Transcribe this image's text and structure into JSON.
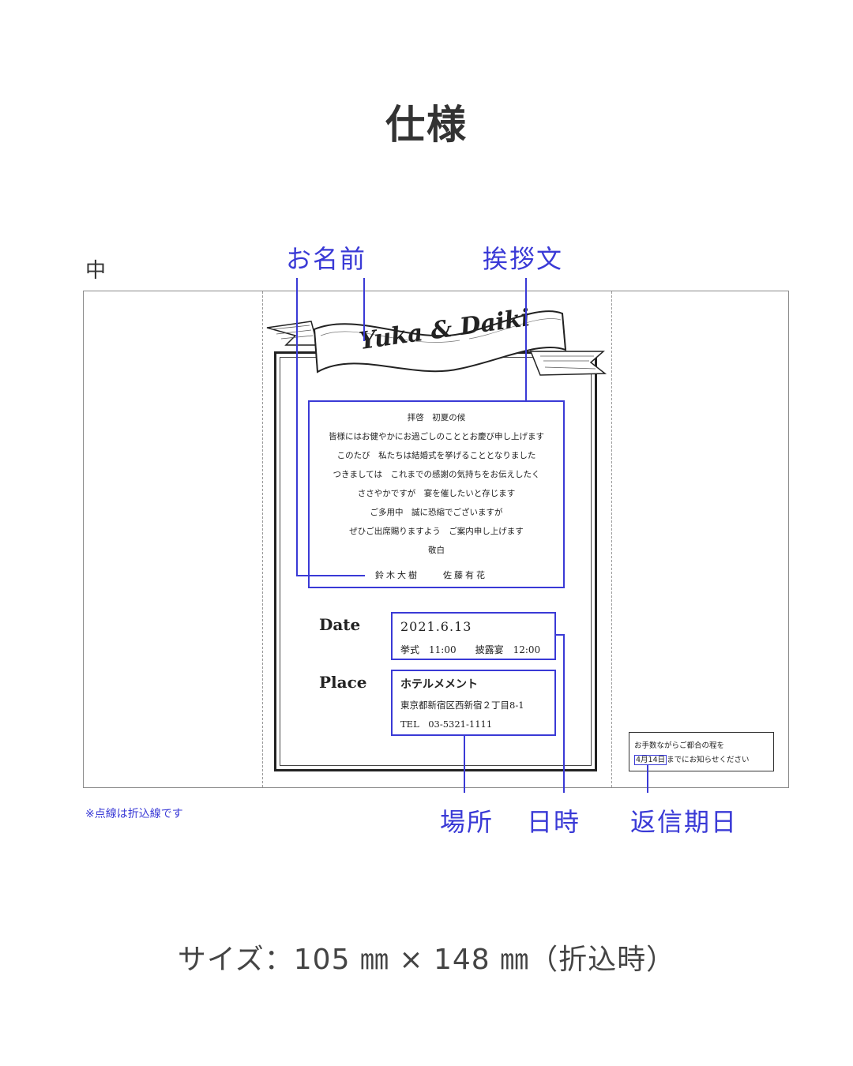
{
  "title": "仕様",
  "side_label": "中",
  "annotations": {
    "names": "お名前",
    "greeting": "挨拶文",
    "place": "場所",
    "datetime": "日時",
    "rsvp_deadline": "返信期日"
  },
  "card": {
    "couple": "Yuka & Daiki",
    "greeting_lines": [
      "拝啓　初夏の候",
      "皆様にはお健やかにお過ごしのこととお慶び申し上げます",
      "このたび　私たちは結婚式を挙げることとなりました",
      "つきましては　これまでの感謝の気持ちをお伝えしたく",
      "ささやかですが　宴を催したいと存じます",
      "ご多用中　誠に恐縮でございますが",
      "ぜひご出席賜りますよう　ご案内申し上げます",
      "敬白"
    ],
    "signer_groom": "鈴木大樹",
    "signer_bride": "佐藤有花",
    "date_label": "Date",
    "date_value": "2021.6.13",
    "times": "挙式　11:00　　披露宴　12:00",
    "place_label": "Place",
    "venue": "ホテルメメント",
    "address": "東京都新宿区西新宿２丁目8-1",
    "tel": "TEL　03-5321-1111"
  },
  "rsvp": {
    "line1": "お手数ながらご都合の程を",
    "deadline": "4月14日",
    "line2_rest": "までにお知らせください"
  },
  "note": "※点線は折込線です",
  "size": "サイズ：105 ㎜ × 148 ㎜（折込時）",
  "colors": {
    "annotation": "#3a3ad6",
    "text": "#222222"
  }
}
